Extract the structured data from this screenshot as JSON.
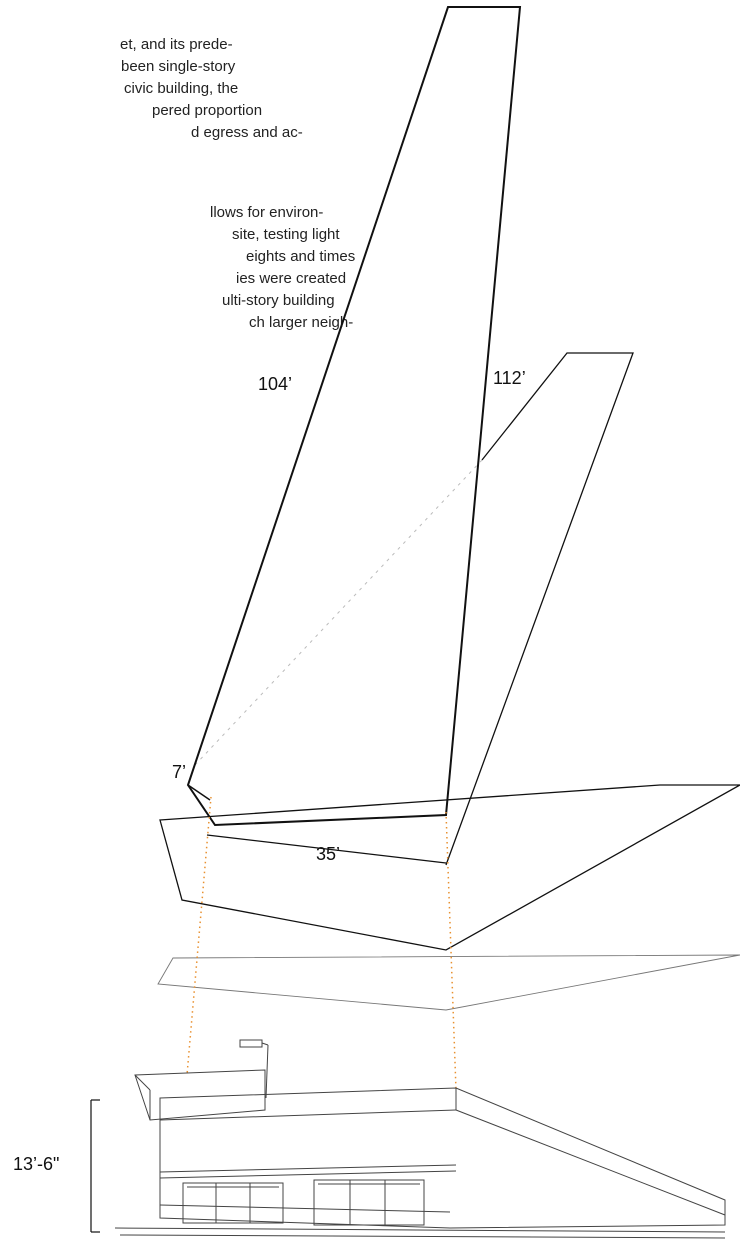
{
  "text": {
    "paragraph_1": [
      "et, and its prede-",
      "been single-story",
      "civic building, the",
      "pered proportion",
      "d egress and ac-"
    ],
    "paragraph_2": [
      "llows for environ-",
      "site, testing light",
      "eights and times",
      "ies were created",
      "ulti-story building",
      "ch larger neigh-"
    ]
  },
  "dimensions": {
    "tower_height": "104’",
    "shadow_length": "112’",
    "chamfer": "7’",
    "base_width": "35’",
    "building_height": "13’-6\""
  },
  "colors": {
    "line": "#111111",
    "sketch_line": "#444444",
    "projection_dots": "#e8902f",
    "diagonal_dash": "#bbbbbb"
  }
}
